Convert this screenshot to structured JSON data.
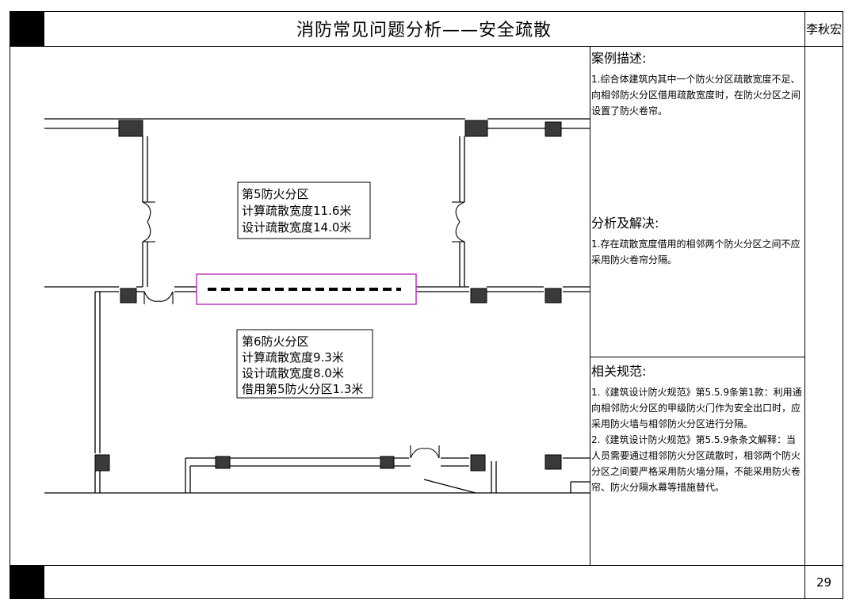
{
  "header": {
    "title": "消防常见问题分析——安全疏散",
    "author": "李秋宏"
  },
  "footer": {
    "page_number": "29"
  },
  "zones": [
    {
      "name": "第5防火分区",
      "lines": [
        "计算疏散宽度11.6米",
        "设计疏散宽度14.0米"
      ]
    },
    {
      "name": "第6防火分区",
      "lines": [
        "计算疏散宽度9.3米",
        "设计疏散宽度8.0米",
        "借用第5防火分区1.3米"
      ]
    }
  ],
  "sections": {
    "case": {
      "heading": "案例描述:",
      "items": [
        "1.综合体建筑内其中一个防火分区疏散宽度不足、向相邻防火分区借用疏散宽度时，在防火分区之间设置了防火卷帘。"
      ]
    },
    "analysis": {
      "heading": "分析及解决:",
      "items": [
        "1.存在疏散宽度借用的相邻两个防火分区之间不应采用防火卷帘分隔。"
      ]
    },
    "codes": {
      "heading": "相关规范:",
      "items": [
        "1.《建筑设计防火规范》第5.5.9条第1款：利用通向相邻防火分区的甲级防火门作为安全出口时，应采用防火墙与相邻防火分区进行分隔。",
        "2.《建筑设计防火规范》第5.5.9条条文解释：当人员需要通过相邻防火分区疏散时，相邻两个防火分区之间要严格采用防火墙分隔，不能采用防火卷帘、防火分隔水幕等措施替代。"
      ]
    }
  },
  "colors": {
    "highlight": "#c040c8",
    "line": "#000000",
    "column_fill": "#3a3a3a"
  }
}
